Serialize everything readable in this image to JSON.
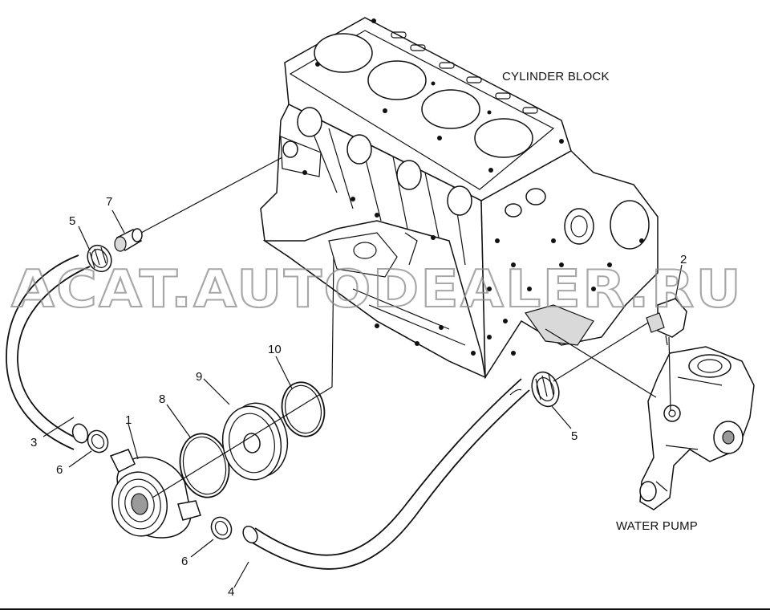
{
  "captions": {
    "cylinder_block": "CYLINDER BLOCK",
    "water_pump": "WATER PUMP"
  },
  "watermark": "ACAT.AUTODEALER.RU",
  "callouts": {
    "p1": "1",
    "p2": "2",
    "p3": "3",
    "p4": "4",
    "p5a": "5",
    "p5b": "5",
    "p6a": "6",
    "p6b": "6",
    "p7": "7",
    "p8": "8",
    "p9": "9",
    "p10": "10"
  },
  "colors": {
    "line": "#111111",
    "watermark": "#8a8a8a"
  }
}
